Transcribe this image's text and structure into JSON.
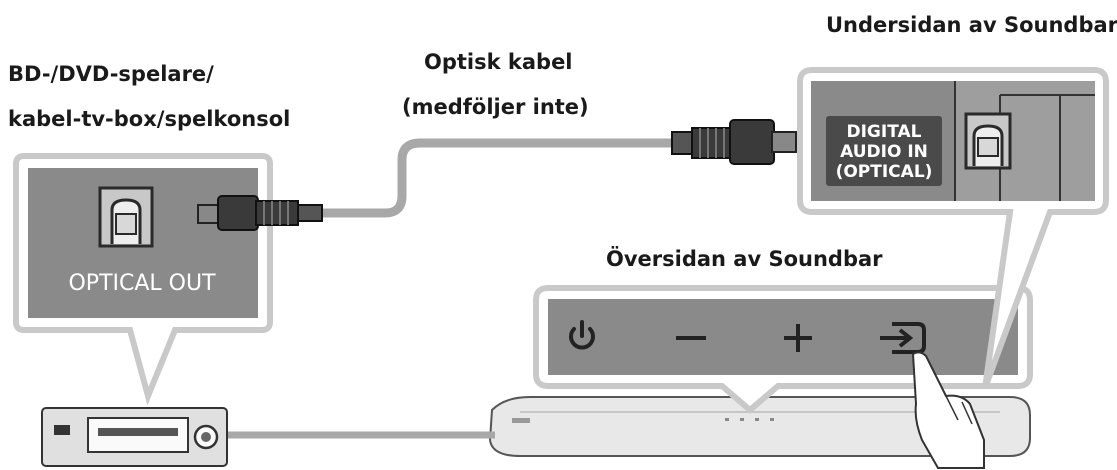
{
  "source_device": {
    "label_line1": "BD-/DVD-spelare/",
    "label_line2": "kabel-tv-box/spelkonsol",
    "port_label": "OPTICAL OUT"
  },
  "cable": {
    "label_line1": "Optisk kabel",
    "label_line2": "(medföljer inte)"
  },
  "soundbar_bottom": {
    "label": "Undersidan av Soundbar",
    "port_label_line1": "DIGITAL",
    "port_label_line2": "AUDIO IN",
    "port_label_line3": "(OPTICAL)"
  },
  "soundbar_top": {
    "label": "Översidan av Soundbar",
    "buttons": [
      {
        "name": "power",
        "icon": "power-icon"
      },
      {
        "name": "volume-down",
        "icon": "minus-icon"
      },
      {
        "name": "volume-up",
        "icon": "plus-icon"
      },
      {
        "name": "source",
        "icon": "input-source-icon"
      }
    ]
  },
  "colors": {
    "panel_bg": "#8a8a8a",
    "callout_border": "#c9c9c9",
    "cable": "#a8a8a8",
    "plug": "#3a3a3a",
    "text": "#1a1a1a"
  }
}
